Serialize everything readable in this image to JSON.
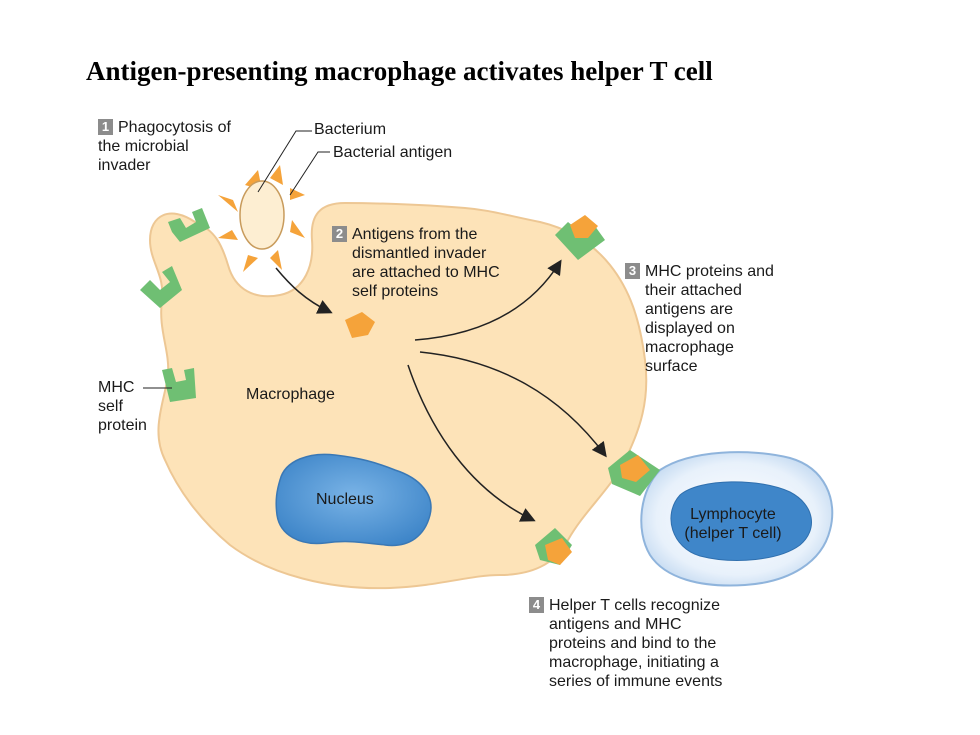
{
  "title": "Antigen-presenting macrophage activates helper T cell",
  "steps": [
    {
      "number": "1",
      "first_line": "Phagocytosis of",
      "rest": "the microbial\ninvader"
    },
    {
      "number": "2",
      "first_line": "Antigens from the",
      "rest": "dismantled invader\nare attached to MHC\nself proteins"
    },
    {
      "number": "3",
      "first_line": "MHC proteins and",
      "rest": "their attached\nantigens are\ndisplayed on\nmacrophage\nsurface"
    },
    {
      "number": "4",
      "first_line": "Helper T cells recognize",
      "rest": "antigens and MHC\nproteins and bind to the\nmacrophage, initiating a\nseries of immune events"
    }
  ],
  "labels": {
    "bacterium": "Bacterium",
    "bacterial_antigen": "Bacterial antigen",
    "mhc_self_protein": "MHC\nself\nprotein",
    "macrophage": "Macrophage",
    "nucleus": "Nucleus",
    "lymphocyte": "Lymphocyte\n(helper T cell)"
  },
  "colors": {
    "macrophage_fill": "#fde3b8",
    "macrophage_outline": "#e9bf86",
    "nucleus_fill": "#5b9bd5",
    "mhc_green": "#6fbf73",
    "antigen_orange": "#f5a33a",
    "lymphocyte_fill": "#e6f0fb",
    "step_badge": "#8c8c8c"
  }
}
